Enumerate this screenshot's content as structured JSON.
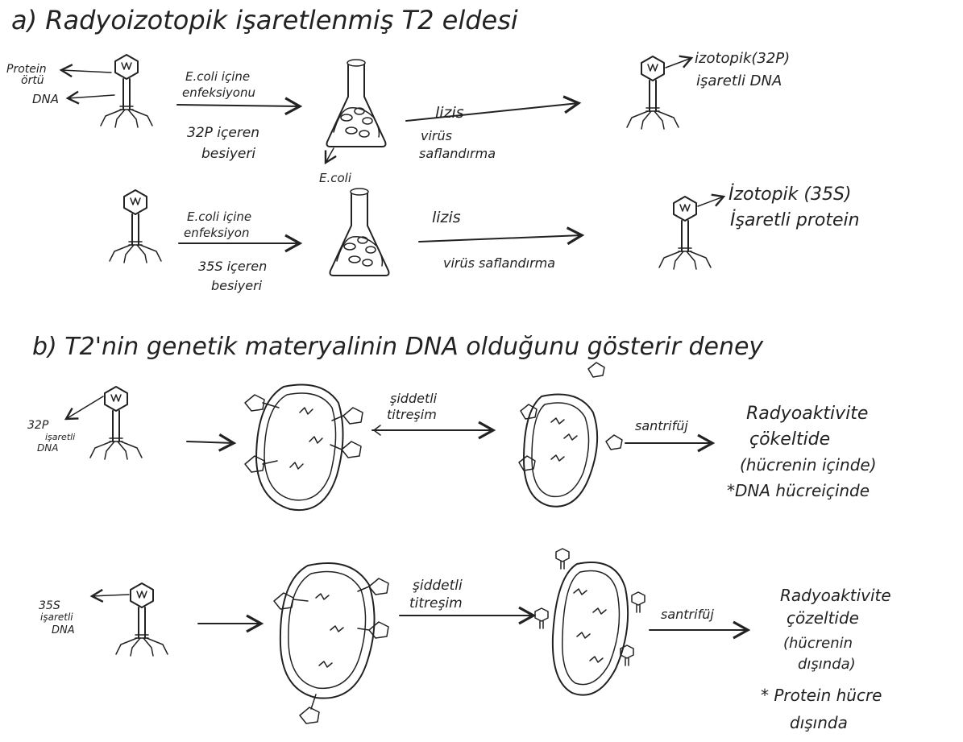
{
  "section_a": {
    "title": "a) Radyoizotopik işaretlenmiş T2 eldesi",
    "row1": {
      "phage_label_protein_1": "Protein",
      "phage_label_protein_2": "örtü",
      "phage_label_dna": "DNA",
      "arrow1_top_1": "E.coli içine",
      "arrow1_top_2": "enfeksiyonu",
      "arrow1_bottom_1": "32P içeren",
      "arrow1_bottom_2": "besiyeri",
      "flask_label": "E.coli",
      "arrow2_top": "lizis",
      "arrow2_bottom_1": "virüs",
      "arrow2_bottom_2": "saflandırma",
      "result_1": "izotopik(32P)",
      "result_2": "işaretli DNA"
    },
    "row2": {
      "arrow1_top_1": "E.coli içine",
      "arrow1_top_2": "enfeksiyon",
      "arrow1_bottom_1": "35S içeren",
      "arrow1_bottom_2": "besiyeri",
      "arrow2_top": "lizis",
      "arrow2_bottom": "virüs saflandırma",
      "result_1": "İzotopik (35S)",
      "result_2": "İşaretli protein"
    }
  },
  "section_b": {
    "title": "b) T2'nin genetik materyalinin DNA olduğunu gösterir deney",
    "row1": {
      "phage_label_1": "32P",
      "phage_label_2": "işaretli",
      "phage_label_3": "DNA",
      "shake_1": "şiddetli",
      "shake_2": "titreşim",
      "centrifuge": "santrifüj",
      "result_1": "Radyoaktivite",
      "result_2": "çökeltide",
      "result_3": "(hücrenin içinde)",
      "result_4": "*DNA hücreiçinde"
    },
    "row2": {
      "phage_label_1": "35S",
      "phage_label_2": "işaretli",
      "phage_label_3": "DNA",
      "shake_1": "şiddetli",
      "shake_2": "titreşim",
      "centrifuge": "santrifüj",
      "result_1": "Radyoaktivite",
      "result_2": "çözeltide",
      "result_3": "(hücrenin",
      "result_4": "dışında)",
      "result_5": "* Protein hücre",
      "result_6": "dışında"
    }
  }
}
